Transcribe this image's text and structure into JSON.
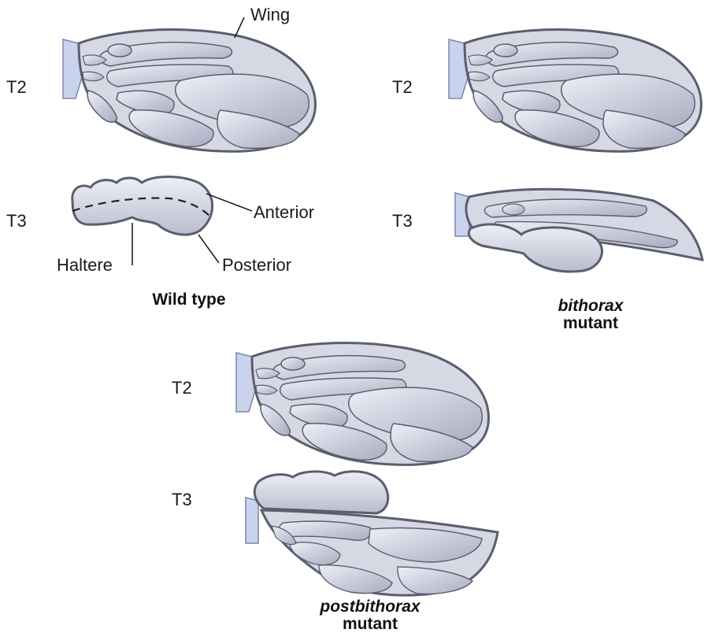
{
  "labels": {
    "wing": "Wing",
    "anterior": "Anterior",
    "posterior": "Posterior",
    "haltere": "Haltere",
    "t2": "T2",
    "t3": "T3"
  },
  "captions": {
    "wild_type": "Wild type",
    "bithorax_italic": "bithorax",
    "bithorax_plain": "mutant",
    "postbithorax_italic": "postbithorax",
    "postbithorax_plain": "mutant"
  },
  "colors": {
    "wing_fill": "#d6d8e4",
    "wing_cell": "#c2c5d6",
    "wing_highlight": "#eef0f7",
    "outline": "#5b5e6e",
    "base": "#c9d3ee"
  }
}
